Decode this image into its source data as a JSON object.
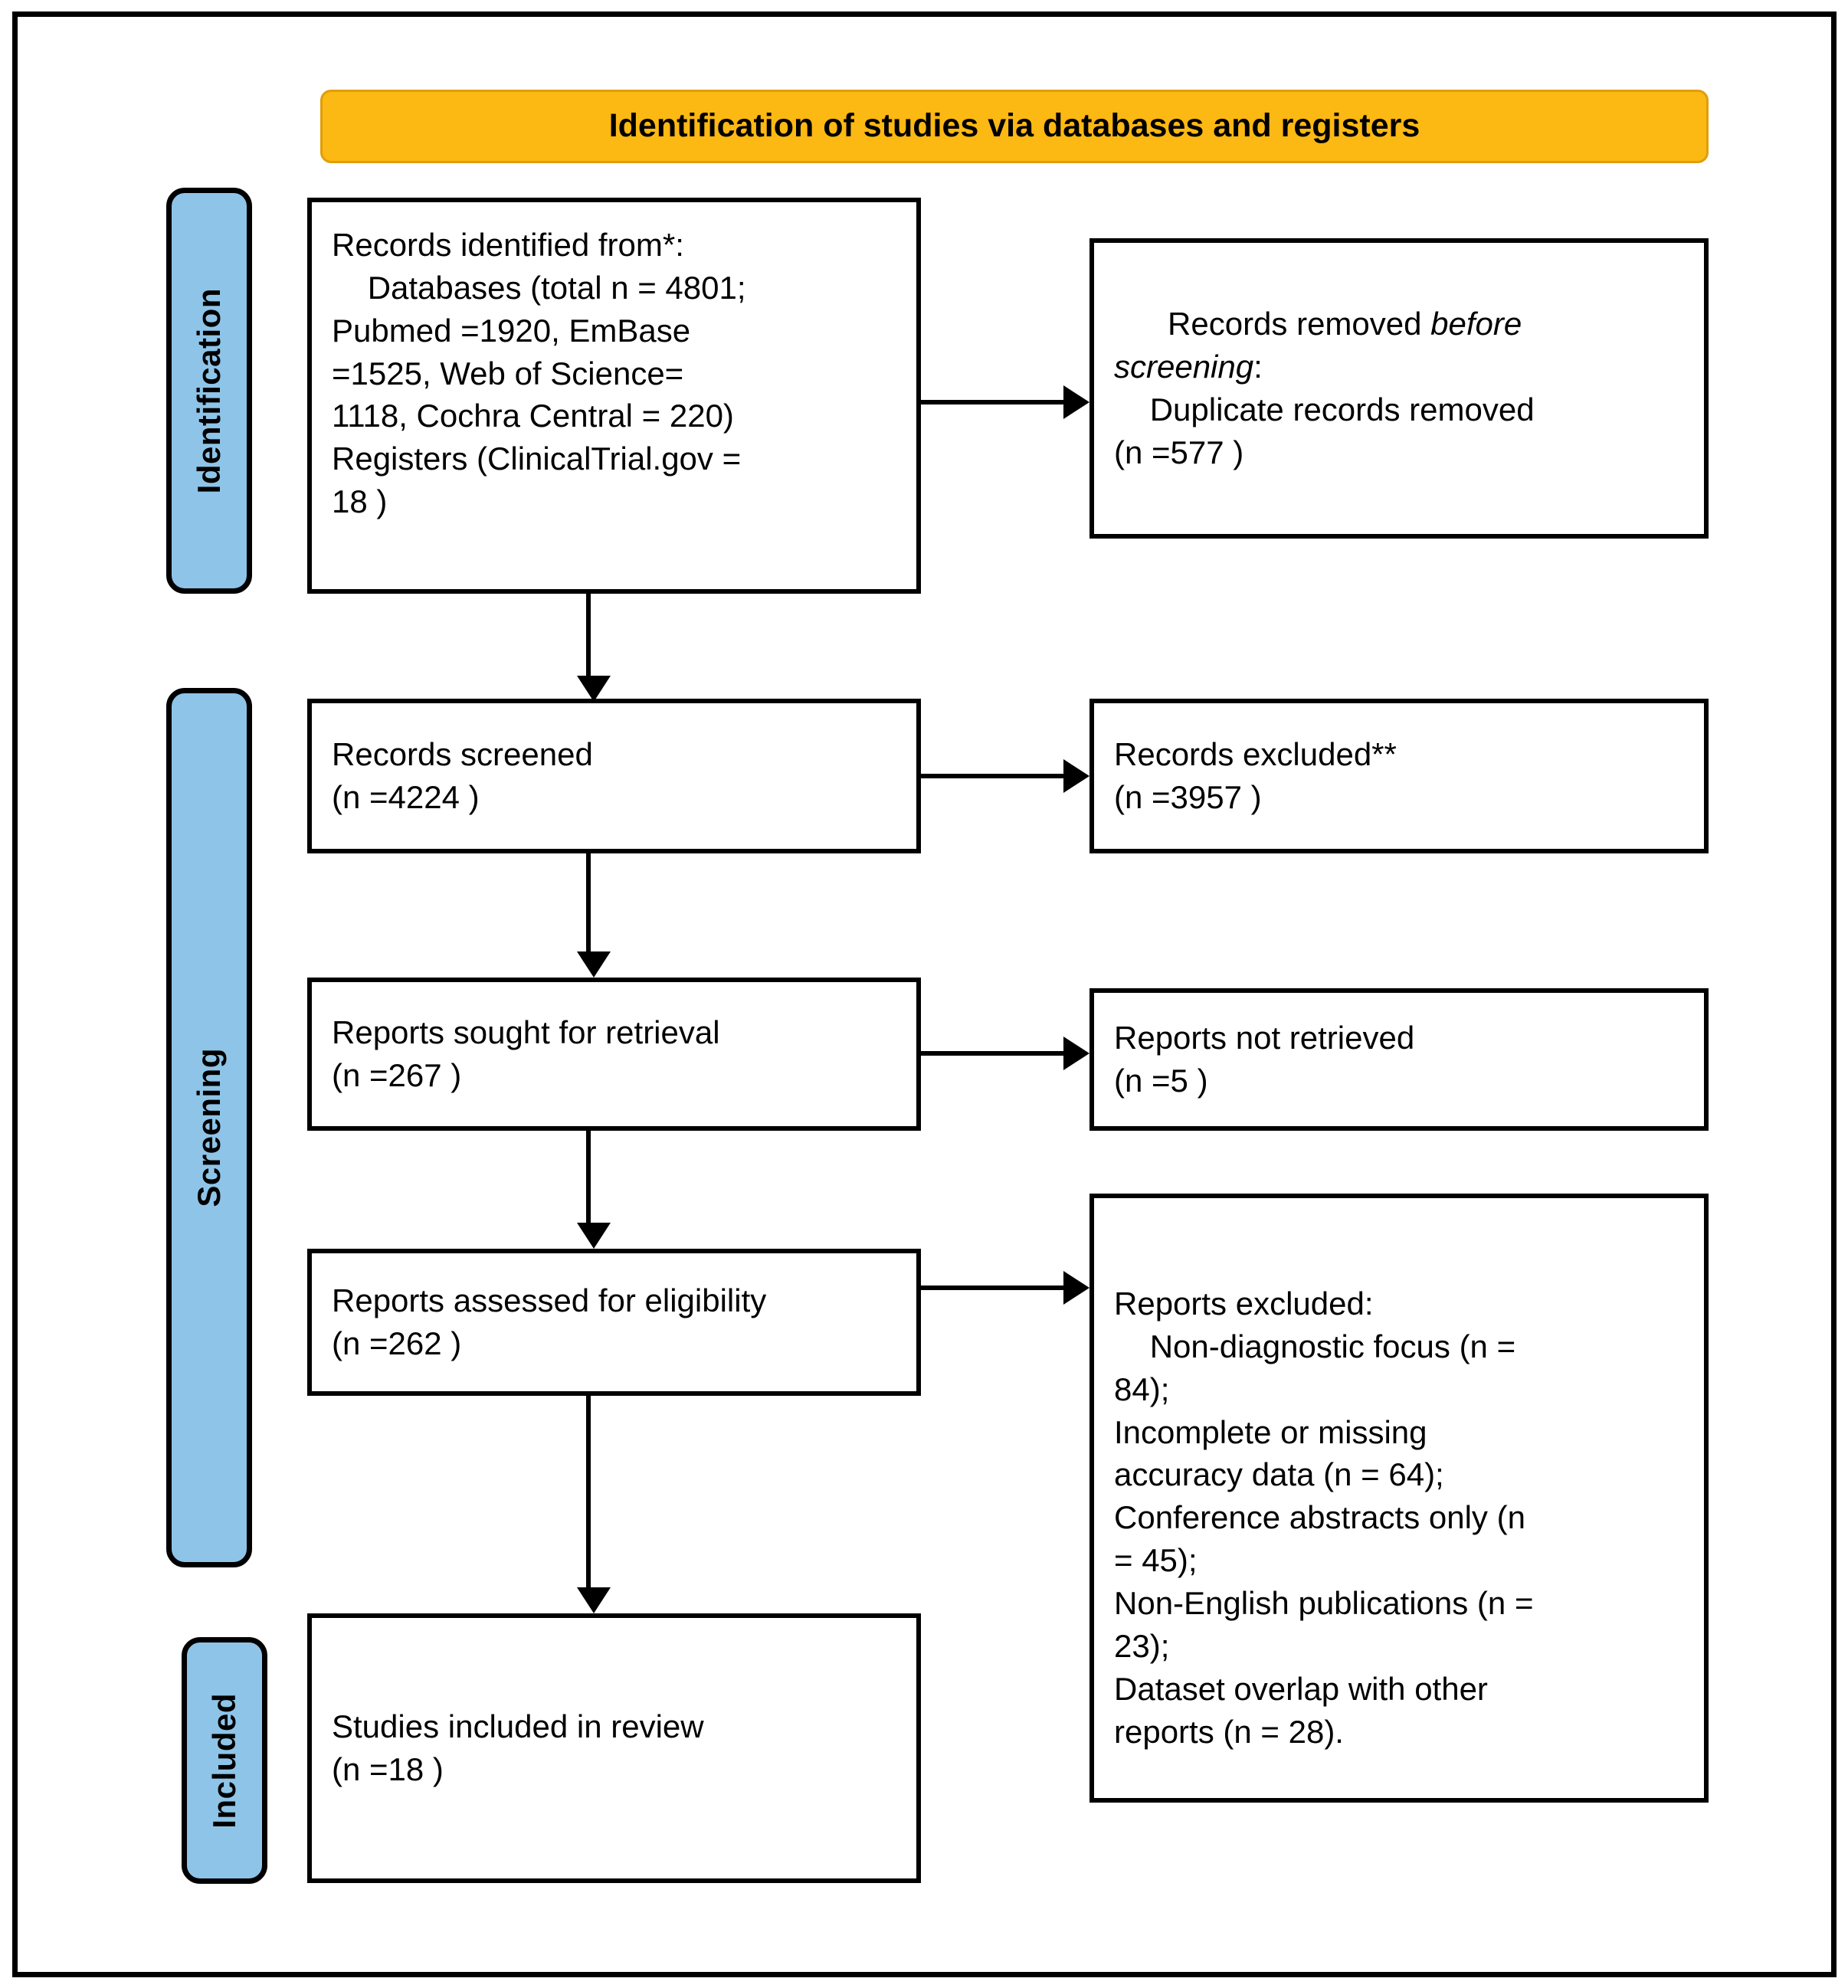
{
  "diagram": {
    "type": "prisma-flow-diagram",
    "header": {
      "title": "Identification of studies via databases and registers",
      "color": "#fcb813"
    },
    "stages": [
      {
        "id": "identification",
        "label": "Identification",
        "color": "#8ec4e8"
      },
      {
        "id": "screening",
        "label": "Screening",
        "color": "#8ec4e8"
      },
      {
        "id": "included",
        "label": "Included",
        "color": "#8ec4e8"
      }
    ],
    "boxes": {
      "records_identified": {
        "text": "Records identified from*:\n    Databases (total n = 4801;\nPubmed =1920, EmBase\n=1525, Web of Science=\n1118, Cochra Central = 220)\nRegisters (ClinicalTrial.gov =\n18 )"
      },
      "records_removed": {
        "line1_prefix": "Records removed ",
        "line1_italic": "before",
        "line2_italic": "screening",
        "line2_suffix": ":",
        "line3": "    Duplicate records removed",
        "line4": "(n =577 )"
      },
      "records_screened": {
        "text": "Records screened\n(n =4224 )"
      },
      "records_excluded": {
        "text": "Records excluded**\n(n =3957 )"
      },
      "reports_sought": {
        "text": "Reports sought for retrieval\n(n =267 )"
      },
      "reports_not_retrieved": {
        "text": "Reports not retrieved\n(n =5 )"
      },
      "reports_assessed": {
        "text": "Reports assessed for eligibility\n(n =262 )"
      },
      "reports_excluded": {
        "text": "Reports excluded:\n    Non-diagnostic focus (n =\n84);\nIncomplete or missing\naccuracy data (n = 64);\nConference abstracts only (n\n= 45);\nNon-English publications (n =\n23);\nDataset overlap with other\nreports (n = 28)."
      },
      "studies_included": {
        "text": "Studies included in review\n(n =18 )"
      }
    },
    "counts": {
      "databases_total": 4801,
      "pubmed": 1920,
      "embase": 1525,
      "web_of_science": 1118,
      "cochrane_central": 220,
      "registers_clinicaltrial_gov": 18,
      "duplicates_removed": 577,
      "records_screened": 4224,
      "records_excluded": 3957,
      "reports_sought": 267,
      "reports_not_retrieved": 5,
      "reports_assessed": 262,
      "excluded_non_diagnostic_focus": 84,
      "excluded_incomplete_accuracy_data": 64,
      "excluded_conference_abstracts": 45,
      "excluded_non_english": 23,
      "excluded_dataset_overlap": 28,
      "studies_included": 18
    }
  }
}
